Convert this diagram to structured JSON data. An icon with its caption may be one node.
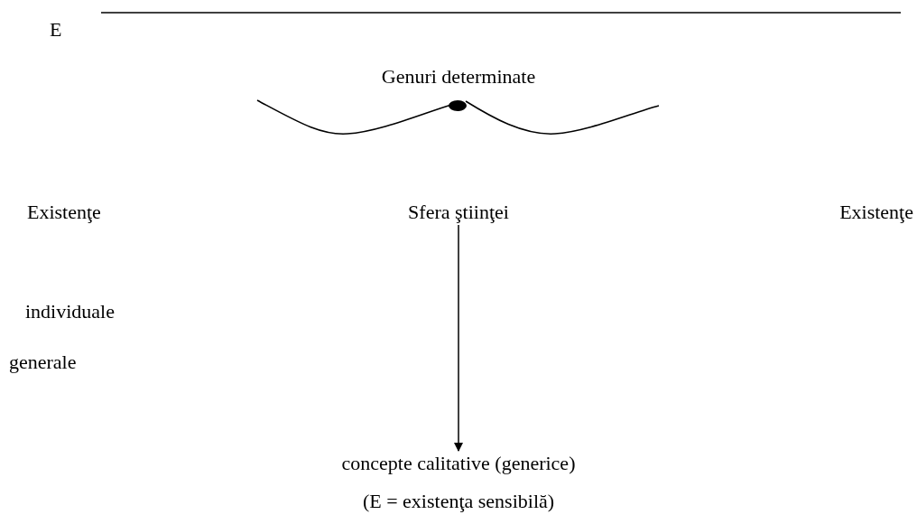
{
  "diagram": {
    "nodes": [
      {
        "text": [
          "Sfera ştiinţei"
        ]
      },
      {
        "text": [
          "concepte calitative (generice)"
        ]
      }
    ],
    "edges": [
      {
        "from": 0,
        "to": 1,
        "arrow": "to"
      }
    ],
    "labels": [
      "E",
      "Genuri determinate",
      "Existenţe",
      "Existenţe",
      "individuale",
      "generale",
      "(E = existenţa sensibilă)"
    ]
  }
}
